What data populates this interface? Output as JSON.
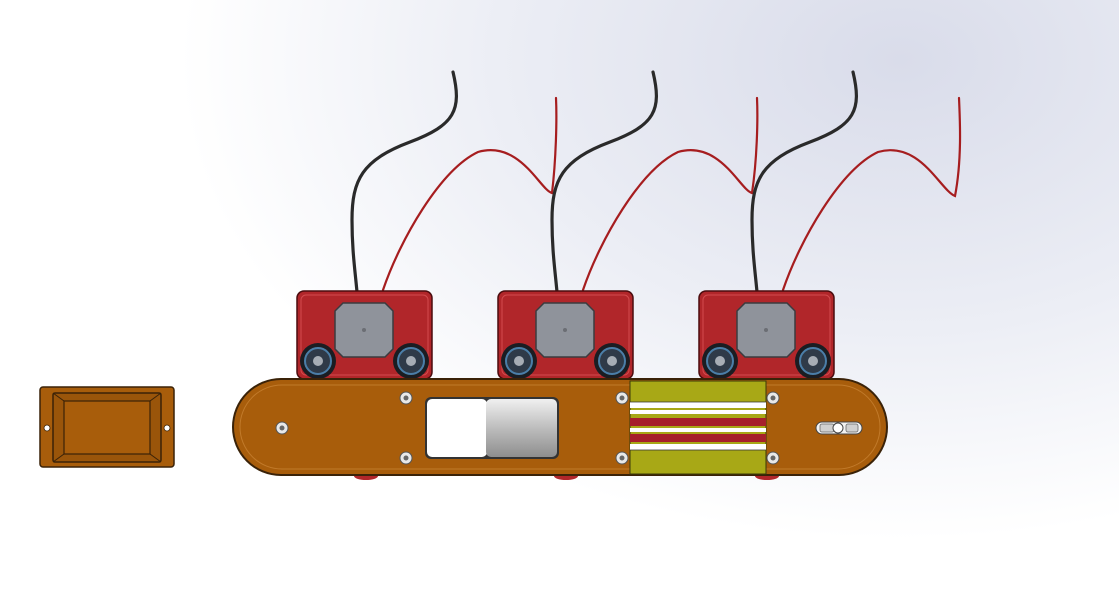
{
  "scene": {
    "view": "cad-model-viewport",
    "background_color": "#e6e8f2",
    "colors": {
      "base_plate": "#a85d0b",
      "base_plate_edge": "#3a2208",
      "module_housing": "#b1262a",
      "motor_face": "#8f939b",
      "wire_black": "#2a2a2a",
      "wire_red": "#a61d1f",
      "connector_yellow": "#a8a816",
      "connector_red": "#a6202b",
      "battery_white": "#ffffff",
      "battery_silver": "#c9c9c9"
    },
    "modules": [
      {
        "name": "module-1",
        "icon": "motor-module-icon"
      },
      {
        "name": "module-2",
        "icon": "motor-module-icon"
      },
      {
        "name": "module-3",
        "icon": "motor-module-icon"
      }
    ],
    "parts": {
      "switch_plate": "switch-plate-icon",
      "base_plate": "base-plate-icon",
      "battery": "battery-icon",
      "connector_strip": "connector-strip-icon",
      "slide_switch": "slide-switch-icon"
    }
  }
}
